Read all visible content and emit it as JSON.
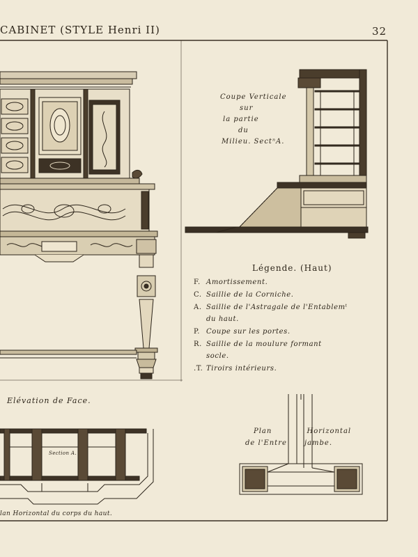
{
  "header": {
    "title": "CABINET (STYLE Henri II)",
    "page_number": "32"
  },
  "section_view": {
    "caption_lines": [
      "Coupe Verticale",
      "sur",
      "la partie",
      "du",
      "Milieu.  SectⁿA."
    ]
  },
  "legend": {
    "title": "Légende. (Haut)",
    "items": [
      {
        "key": "F.",
        "text": "Amortissement."
      },
      {
        "key": "C.",
        "text": "Saillie de la Corniche."
      },
      {
        "key": "A.",
        "text": "Saillie de l'Astragale de l'Entablemᵗ"
      },
      {
        "key": "",
        "text": "du haut."
      },
      {
        "key": "P.",
        "text": "Coupe sur les portes."
      },
      {
        "key": "R.",
        "text": "Saillie de la moulure  formant"
      },
      {
        "key": "",
        "text": "socle."
      },
      {
        "key": ".T.",
        "text": "Tiroirs intérieurs."
      }
    ]
  },
  "elevation": {
    "caption": "Elévation de Face."
  },
  "plan_haut": {
    "caption": "lan Horizontal du corps du haut.",
    "section_label": "Section A."
  },
  "plan_entrejambe": {
    "caption_lines": [
      "Plan            Horizontal",
      "de l'Entre      jambe."
    ]
  }
}
